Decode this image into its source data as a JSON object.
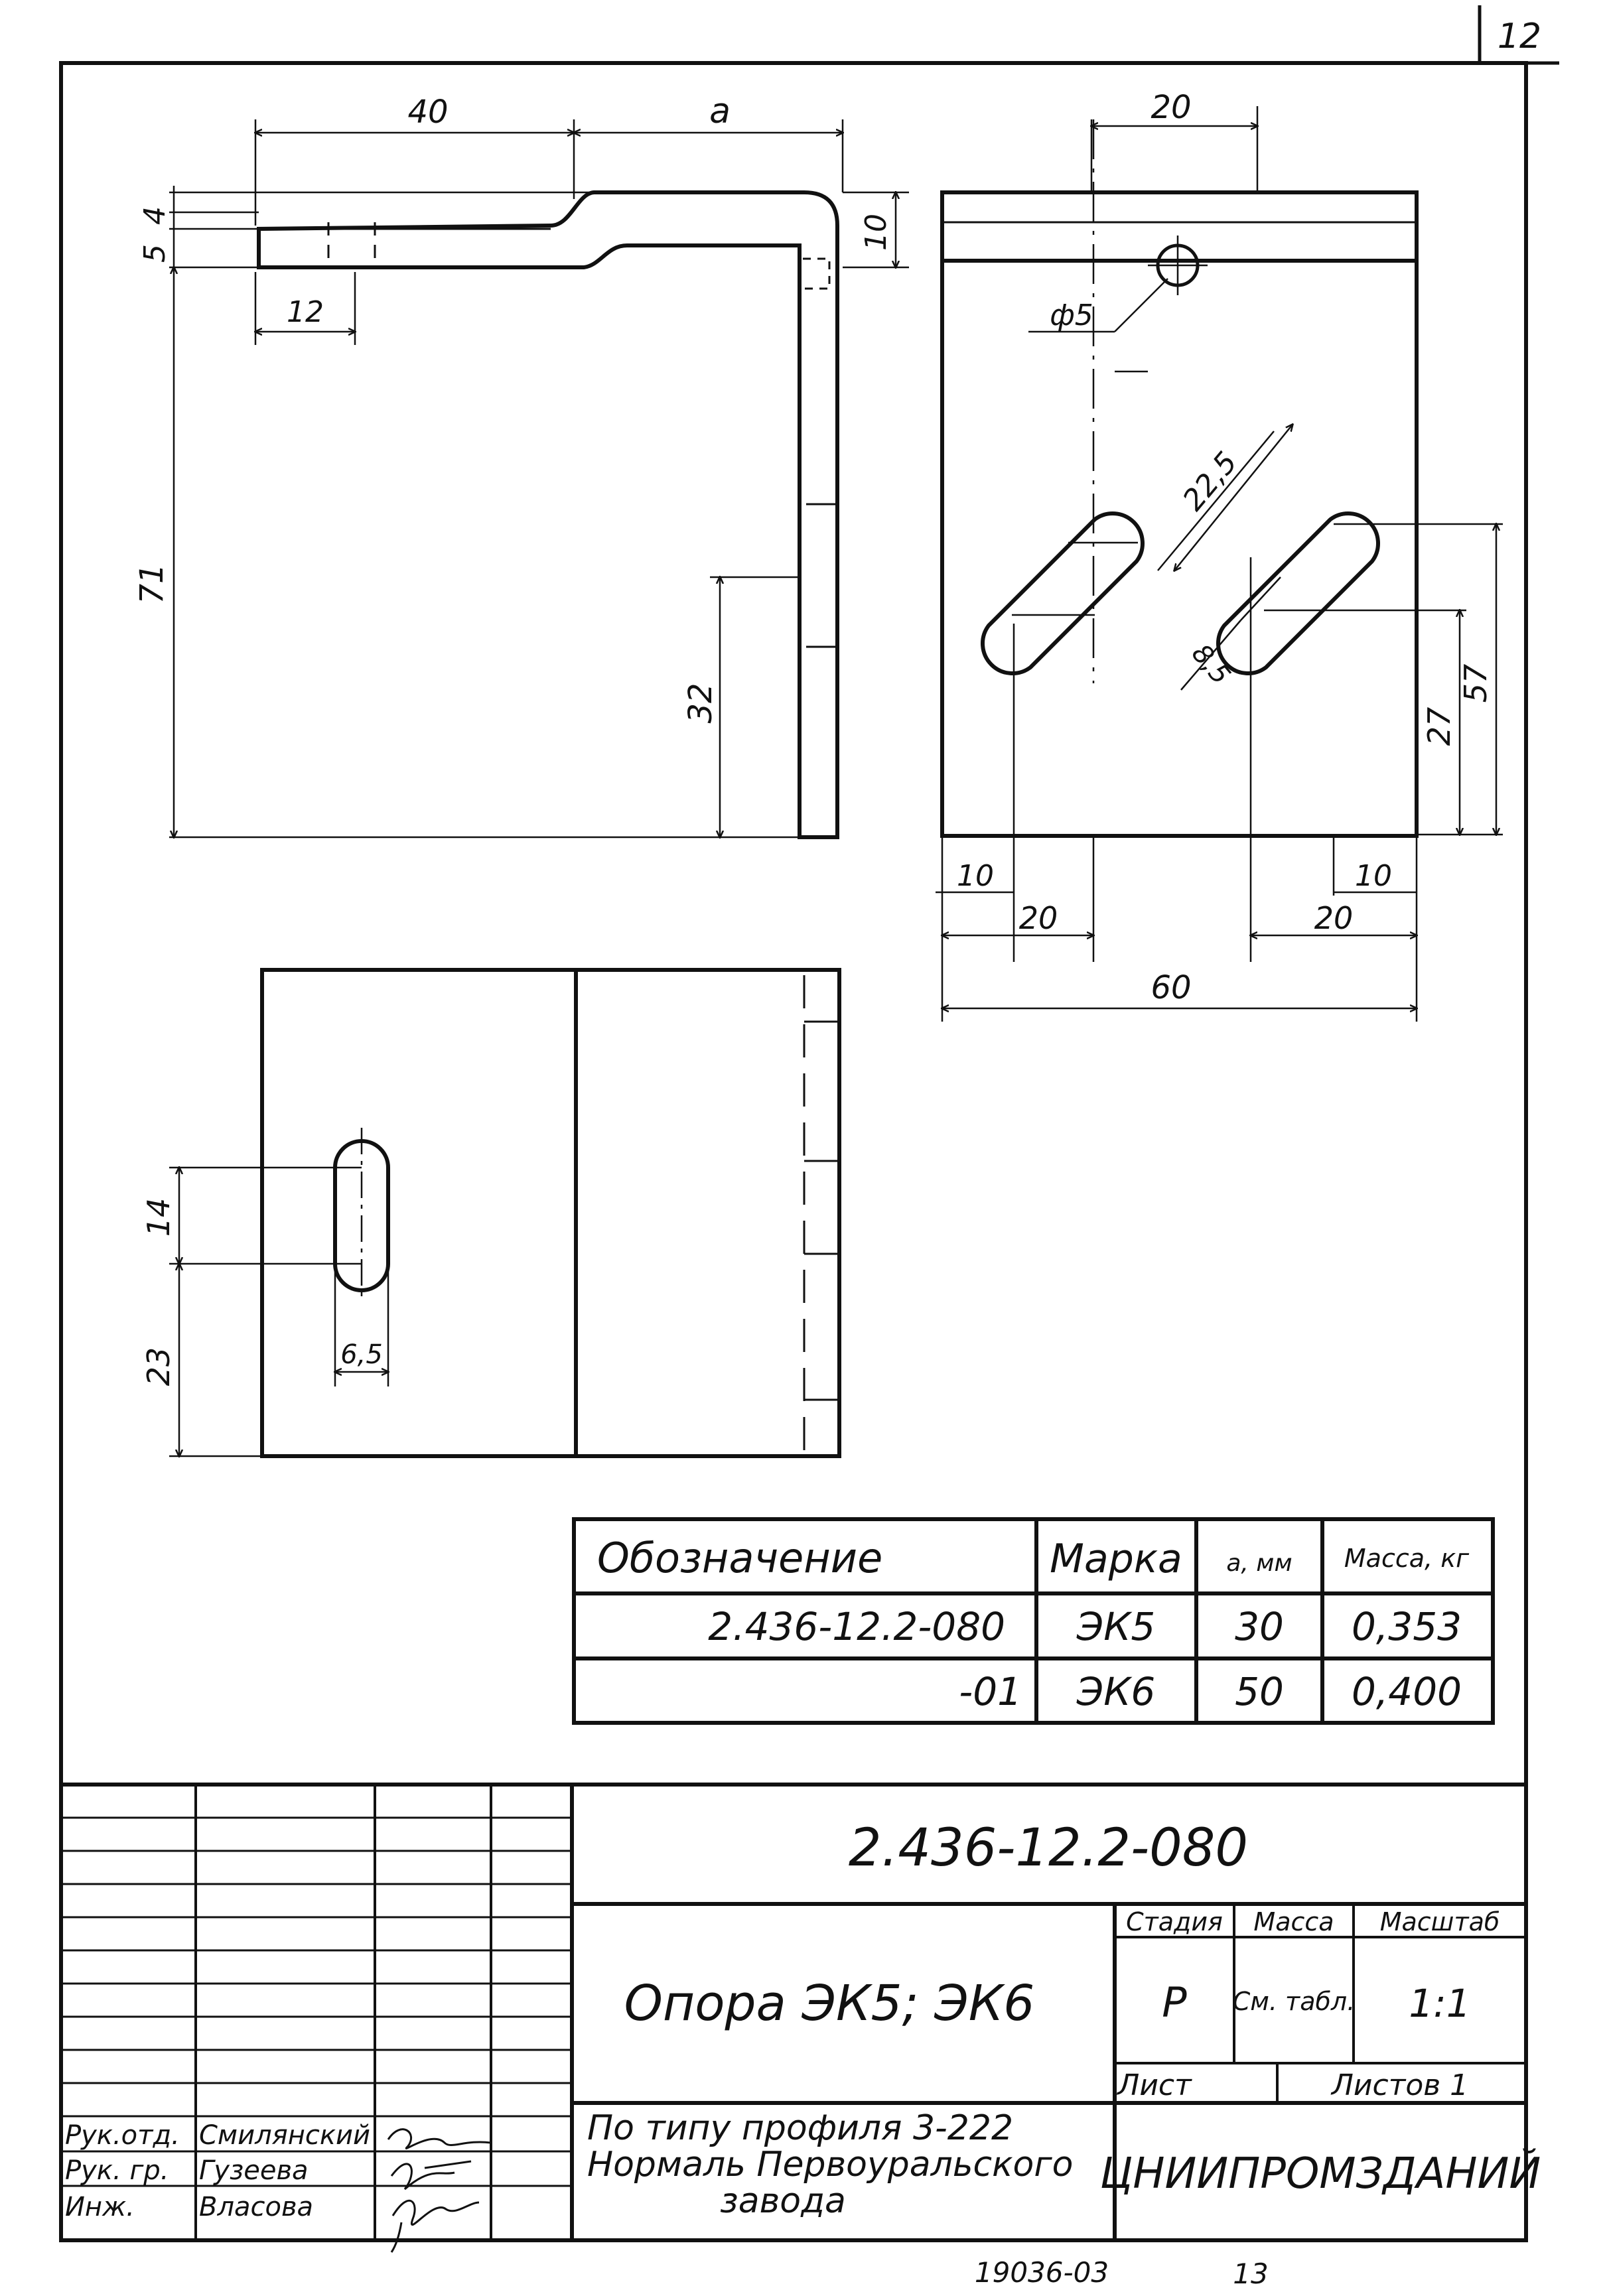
{
  "sheet": {
    "number": "12"
  },
  "view_left": {
    "dims": {
      "d40": "40",
      "da": "a",
      "d10": "10",
      "d5": "5",
      "d4": "4",
      "d12": "12",
      "d71": "71",
      "d32": "32"
    }
  },
  "view_right": {
    "dims": {
      "d20top": "20",
      "phi5": "ф5",
      "d22_5": "22,5",
      "d8_5": "8,5",
      "d57": "57",
      "d27": "27",
      "d10a": "10",
      "d20a": "20",
      "d10b": "10",
      "d20b": "20",
      "d60": "60"
    }
  },
  "view_bottom": {
    "dims": {
      "d14": "14",
      "d23": "23",
      "d6_5": "6,5"
    }
  },
  "spec_table": {
    "headers": [
      "Обозначение",
      "Марка",
      "a, мм",
      "Масса, кг"
    ],
    "rows": [
      [
        "2.436-12.2-080",
        "ЭК5",
        "30",
        "0,353"
      ],
      [
        "-01",
        "ЭК6",
        "50",
        "0,400"
      ]
    ]
  },
  "title_block": {
    "code": "2.436-12.2-080",
    "name": "Опора ЭК5; ЭК6",
    "stage_label": "Стадия",
    "mass_label": "Масса",
    "scale_label": "Масштаб",
    "stage": "Р",
    "mass": "См. табл.",
    "scale": "1:1",
    "sheet_label": "Лист",
    "sheets_label": "Листов 1",
    "note_line1": "По типу профиля 3-222",
    "note_line2": "Нормаль Первоуральского",
    "note_line3": "завода",
    "org": "ЦНИИПРОМЗДАНИЙ",
    "staff": [
      {
        "role": "Рук.отд.",
        "name": "Смилянский"
      },
      {
        "role": "Рук. гр.",
        "name": "Гузеева"
      },
      {
        "role": "Инж.",
        "name": "Власова"
      }
    ]
  },
  "footer": {
    "inventory": "19036-03",
    "page": "13"
  }
}
